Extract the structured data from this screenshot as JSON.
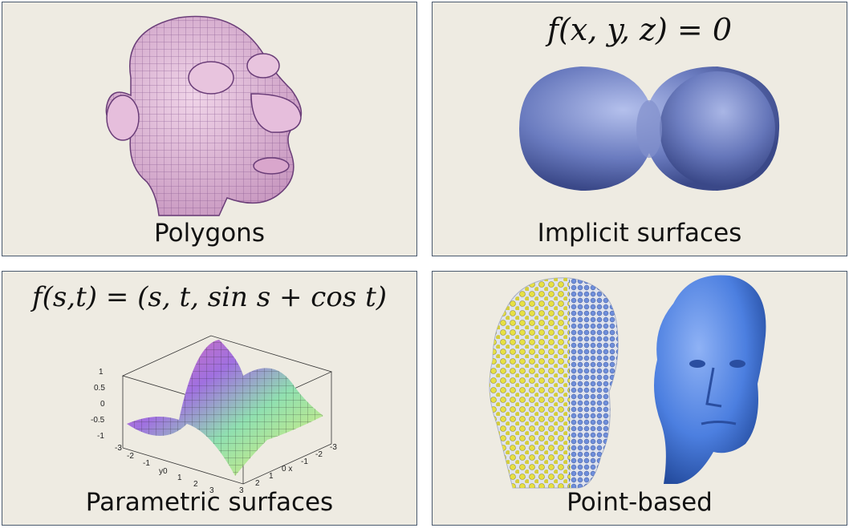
{
  "panels": {
    "polygons": {
      "caption": "Polygons",
      "figure": "head-mesh-figure"
    },
    "implicit": {
      "caption": "Implicit surfaces",
      "formula": "f(x, y, z) = 0",
      "figure": "blob-figure"
    },
    "parametric": {
      "caption": "Parametric surfaces",
      "formula": "f(s,t) = (s, t, sin s + cos t)",
      "figure": "surface-plot-figure"
    },
    "pointbased": {
      "caption": "Point-based",
      "figure": "point-head-figure"
    }
  },
  "plot": {
    "z_ticks": [
      "1",
      "0.5",
      "0",
      "-0.5",
      "-1"
    ],
    "y_ticks": [
      "-3",
      "-2",
      "-1",
      "y0",
      "1",
      "2",
      "3"
    ],
    "x_ticks": [
      "3",
      "2",
      "1",
      "0 x",
      "-1",
      "-2",
      "-3"
    ]
  },
  "colors": {
    "panel_bg": "#eeebe2",
    "panel_border": "#4a5a6e",
    "mesh_pink": "#d8b0cf",
    "blob_blue": "#6a7bbf",
    "head_blue": "#4c7fe0"
  }
}
